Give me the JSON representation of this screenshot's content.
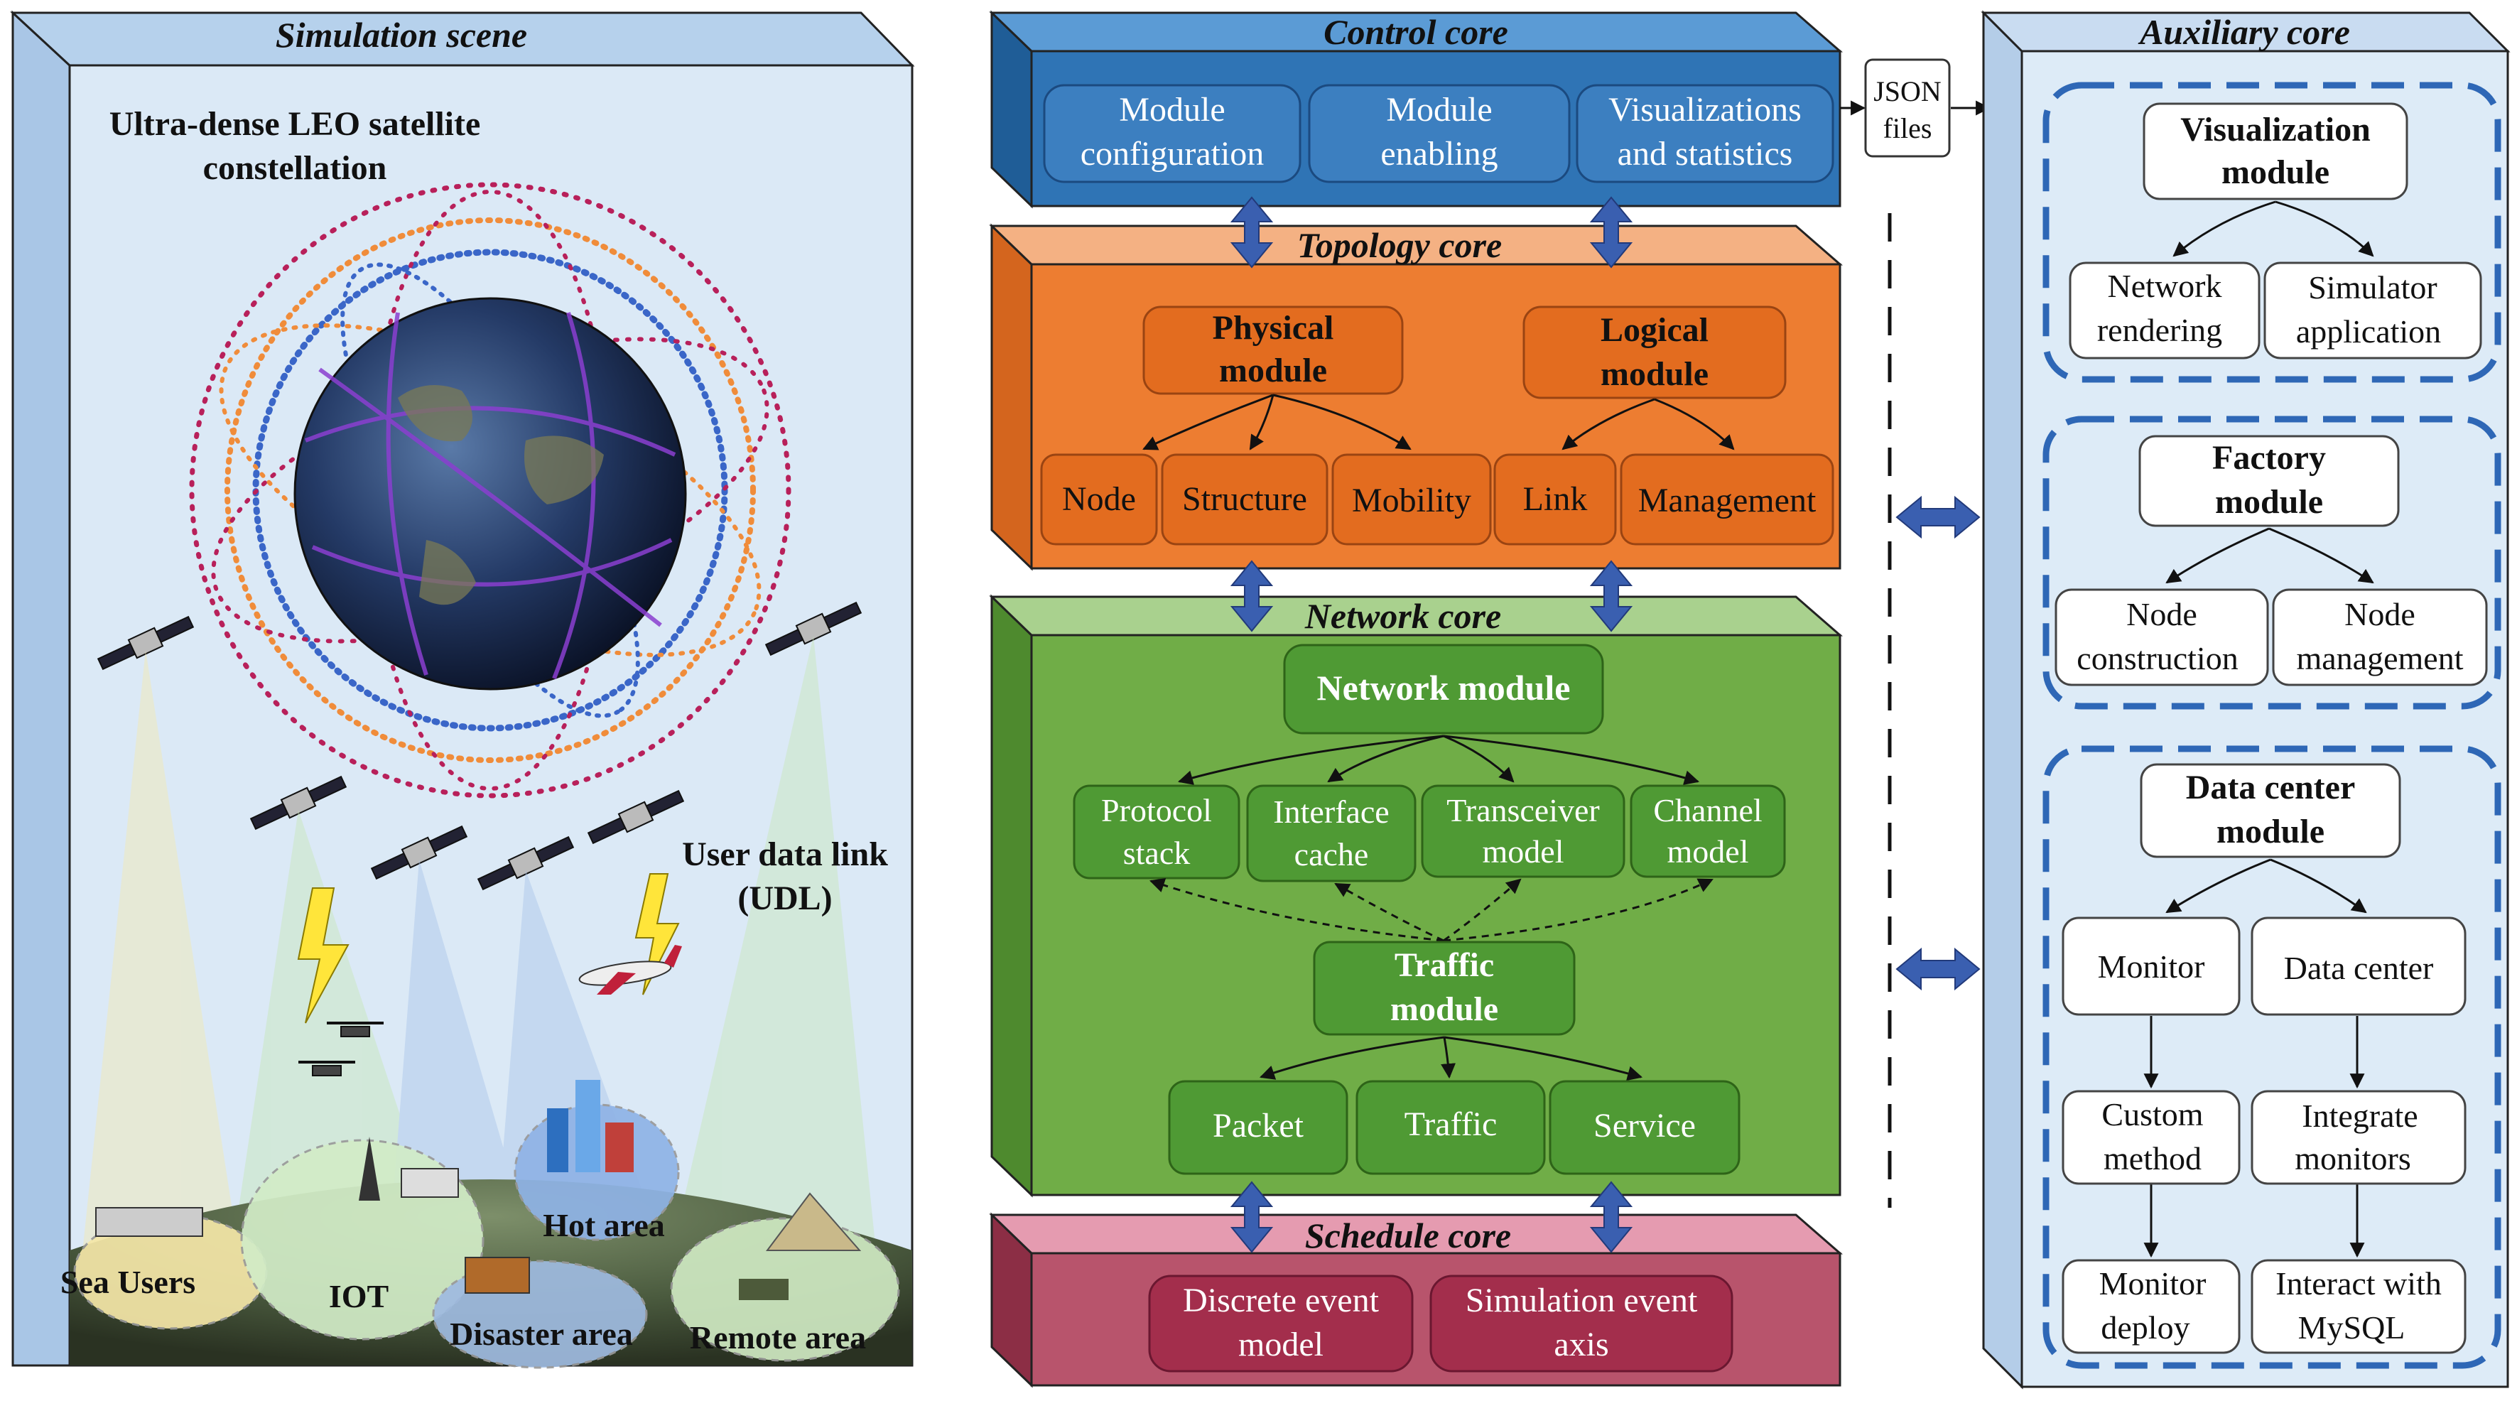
{
  "simulation_scene": {
    "title": "Simulation scene",
    "constellation_label_1": "Ultra-dense LEO satellite",
    "constellation_label_2": "constellation",
    "udl_label_1": "User data link",
    "udl_label_2": "(UDL)",
    "areas": {
      "sea": "Sea Users",
      "iot": "IOT",
      "hot": "Hot area",
      "disaster": "Disaster area",
      "remote": "Remote area"
    }
  },
  "control_core": {
    "title": "Control core",
    "modules": [
      {
        "line1": "Module",
        "line2": "configuration"
      },
      {
        "line1": "Module",
        "line2": "enabling"
      },
      {
        "line1": "Visualizations",
        "line2": "and statistics"
      }
    ]
  },
  "json_files": {
    "line1": "JSON",
    "line2": "files"
  },
  "topology_core": {
    "title": "Topology core",
    "physical": {
      "line1": "Physical",
      "line2": "module"
    },
    "logical": {
      "line1": "Logical",
      "line2": "module"
    },
    "items": [
      "Node",
      "Structure",
      "Mobility",
      "Link",
      "Management"
    ]
  },
  "network_core": {
    "title": "Network core",
    "network_module": "Network module",
    "submodules": [
      {
        "line1": "Protocol",
        "line2": "stack"
      },
      {
        "line1": "Interface",
        "line2": "cache"
      },
      {
        "line1": "Transceiver",
        "line2": "model"
      },
      {
        "line1": "Channel",
        "line2": "model"
      }
    ],
    "traffic_module": {
      "line1": "Traffic",
      "line2": "module"
    },
    "traffic_items": [
      "Packet",
      "Traffic",
      "Service"
    ]
  },
  "schedule_core": {
    "title": "Schedule core",
    "items": [
      {
        "line1": "Discrete event",
        "line2": "model"
      },
      {
        "line1": "Simulation event",
        "line2": "axis"
      }
    ]
  },
  "auxiliary_core": {
    "title": "Auxiliary core",
    "visualization": {
      "title1": "Visualization",
      "title2": "module",
      "children": [
        {
          "line1": "Network",
          "line2": "rendering"
        },
        {
          "line1": "Simulator",
          "line2": "application"
        }
      ]
    },
    "factory": {
      "title1": "Factory",
      "title2": "module",
      "children": [
        {
          "line1": "Node",
          "line2": "construction"
        },
        {
          "line1": "Node",
          "line2": "management"
        }
      ]
    },
    "data_center": {
      "title1": "Data center",
      "title2": "module",
      "monitor": "Monitor",
      "data_center": "Data center",
      "custom_method": {
        "line1": "Custom",
        "line2": "method"
      },
      "integrate_monitors": {
        "line1": "Integrate",
        "line2": "monitors"
      },
      "monitor_deploy": {
        "line1": "Monitor",
        "line2": "deploy"
      },
      "interact_mysql": {
        "line1": "Interact with",
        "line2": "MySQL"
      }
    }
  },
  "colors": {
    "control": "#2f74b5",
    "topology": "#ed7d31",
    "network": "#70ad47",
    "schedule": "#c0506b",
    "auxiliary": "#ddebf7",
    "arrow": "#3a5fb0"
  }
}
